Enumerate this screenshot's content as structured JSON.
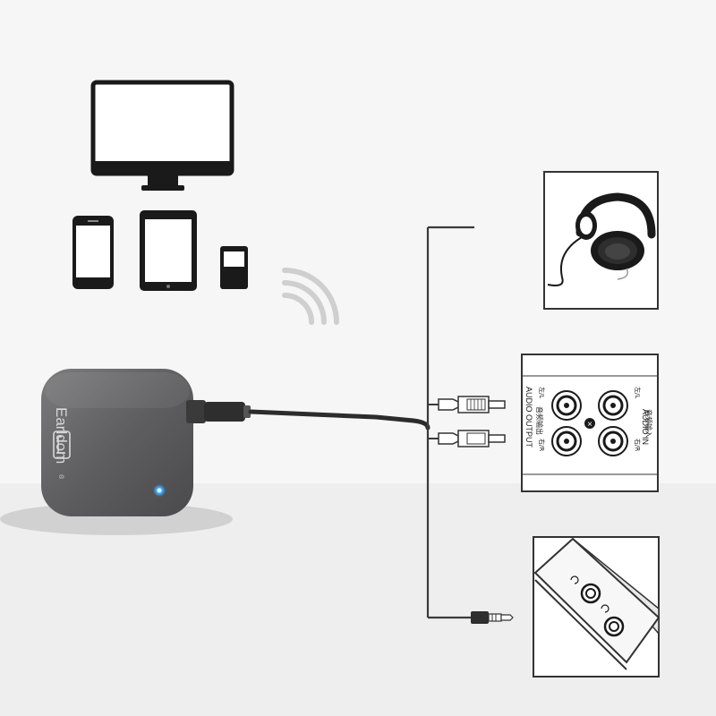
{
  "device": {
    "brand": "Earldom",
    "brand_mark": "®",
    "led_color": "#39a9ff",
    "body_color": "#5d5d5f"
  },
  "sources": [
    {
      "kind": "monitor-icon"
    },
    {
      "kind": "smartphone-icon"
    },
    {
      "kind": "tablet-icon"
    },
    {
      "kind": "music-player-icon"
    }
  ],
  "wireless": {
    "kind": "wifi-signal-icon"
  },
  "outputs": [
    {
      "kind": "headphones-icon"
    },
    {
      "kind": "rca-panel",
      "output_label_cn": "音频输出",
      "output_label_en": "AUDIO OUTPUT",
      "input_label_cn": "音频输入",
      "input_label_en": "AUDIO IN",
      "left_label": "左/L",
      "right_label": "右/R",
      "cross": "×"
    },
    {
      "kind": "aux-port-panel"
    }
  ],
  "colors": {
    "line": "#3a3a3a",
    "cable": "#2c2c2c",
    "panel_border": "#333333"
  }
}
